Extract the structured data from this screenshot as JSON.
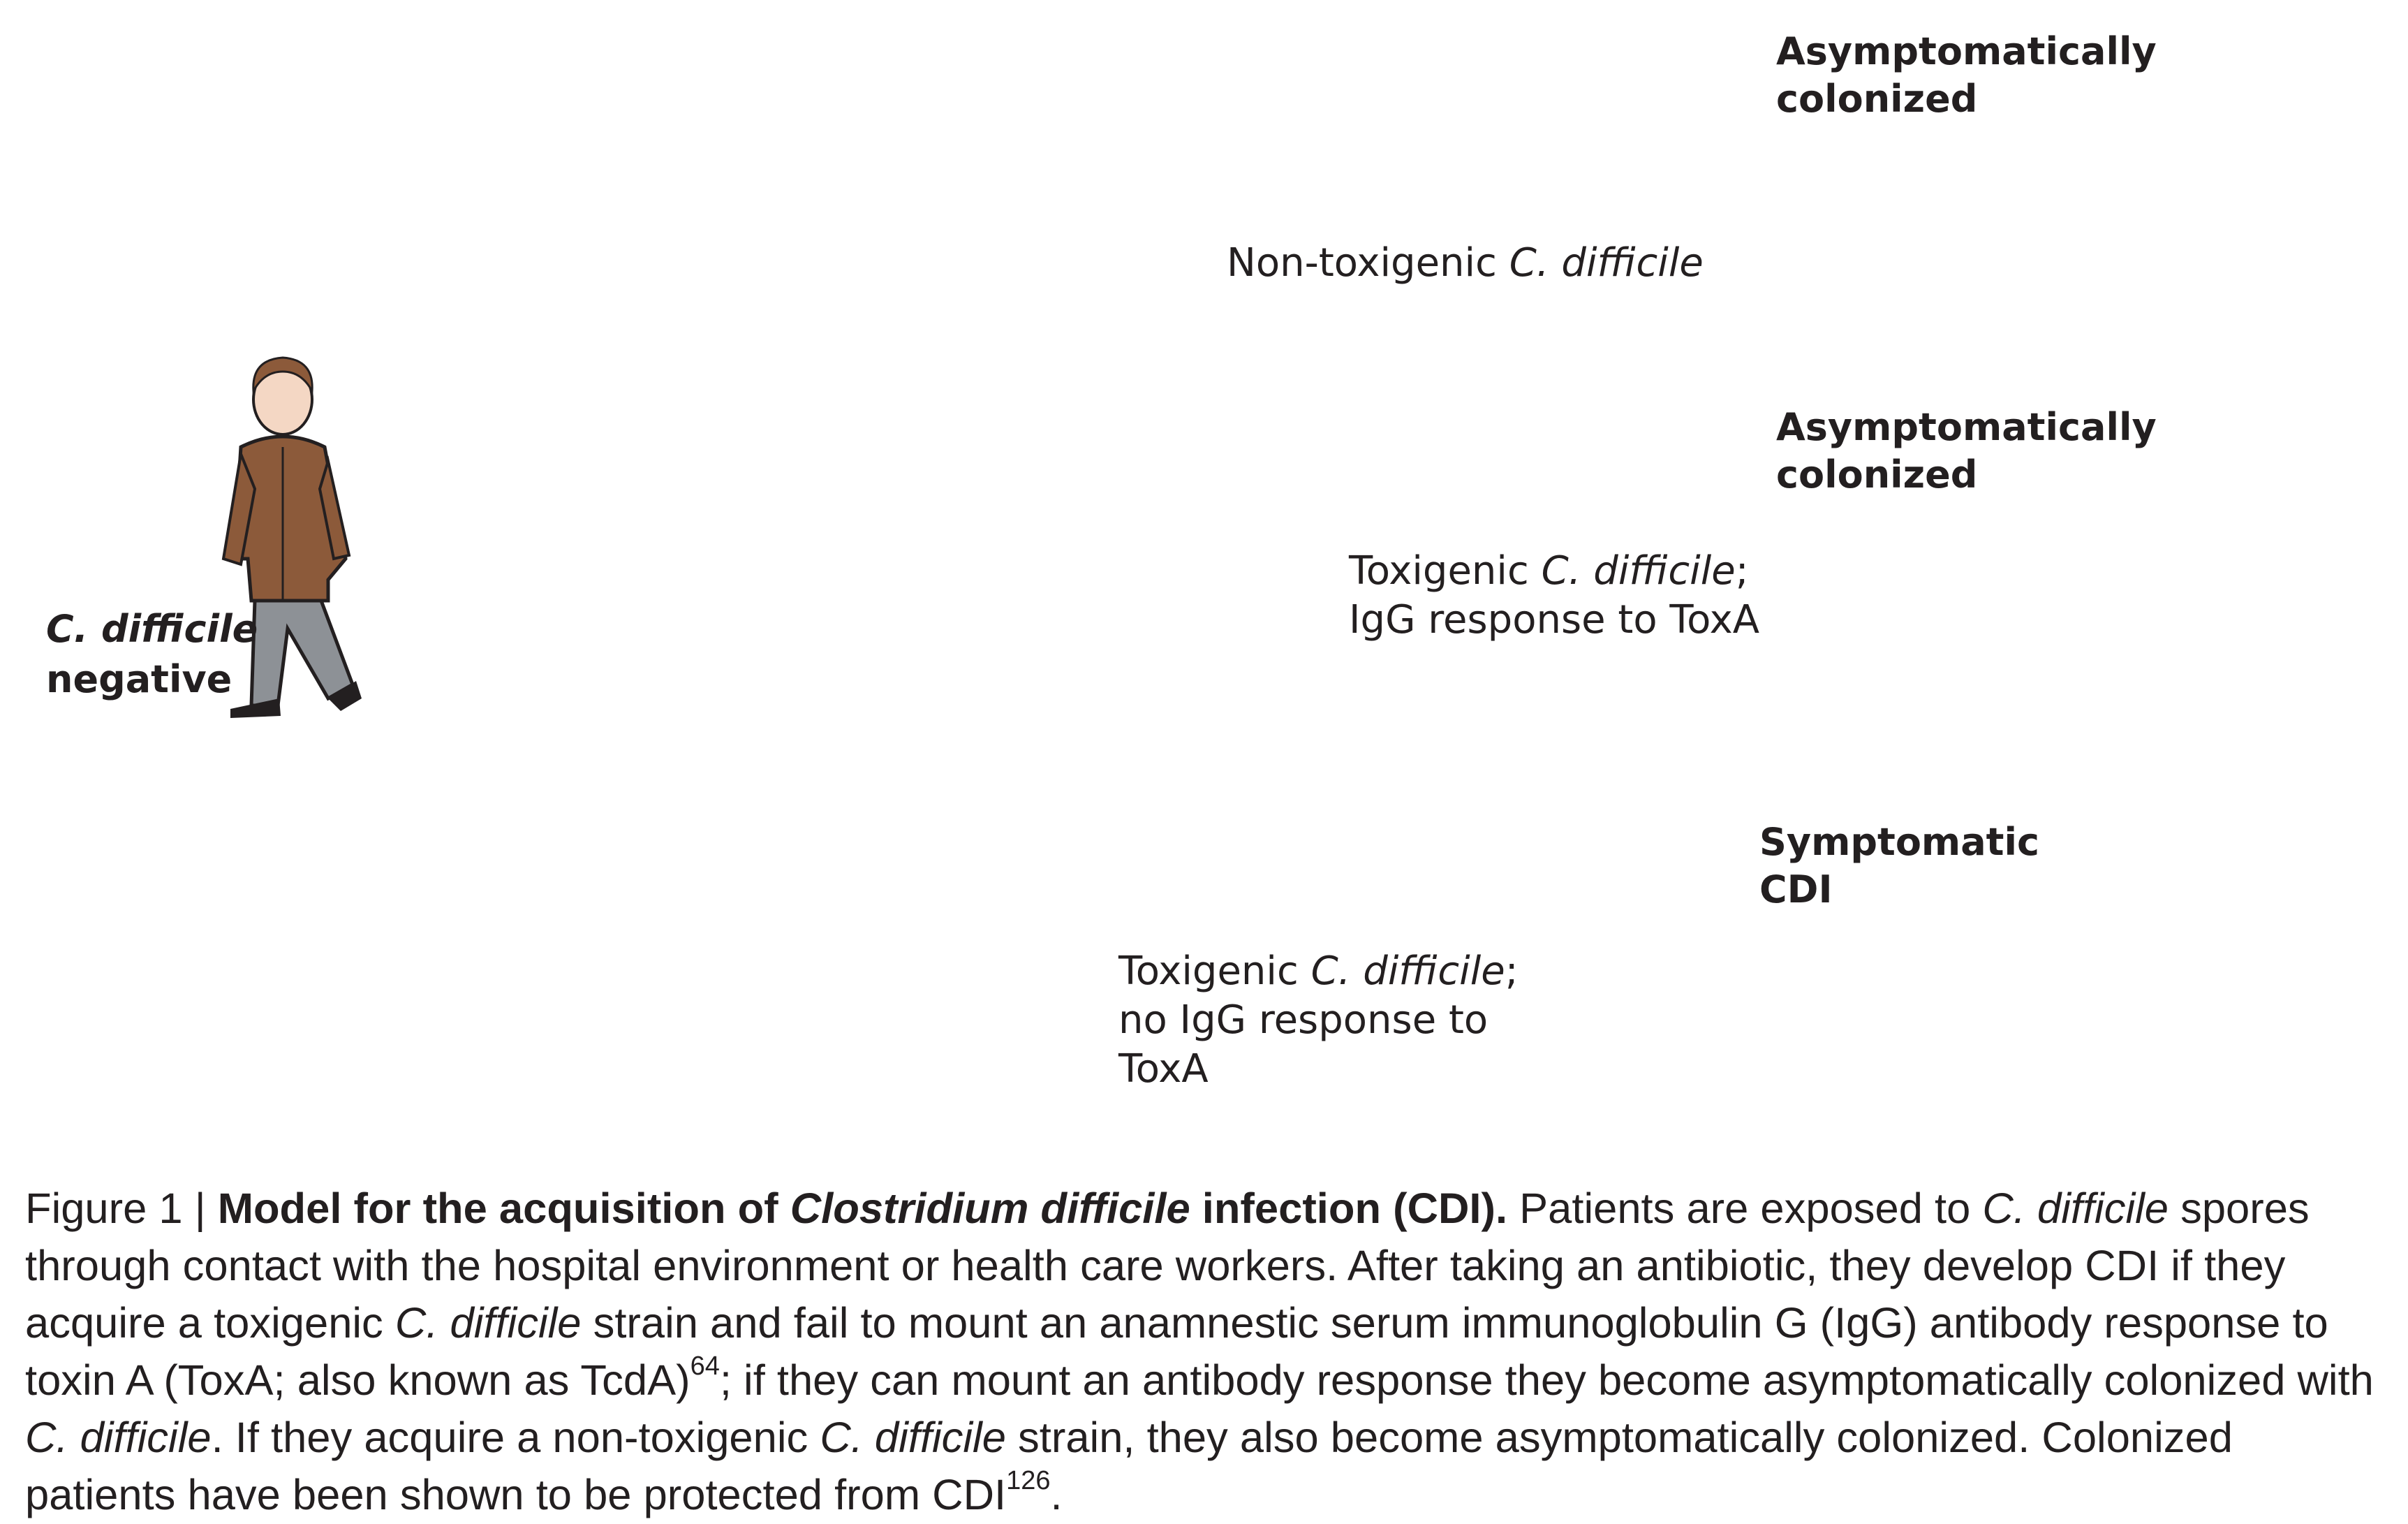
{
  "figure": {
    "status_label": "C. difficile negative",
    "status_label_lines": [
      "C. difficile",
      "negative"
    ],
    "outcomes": [
      {
        "lines": [
          "Asymptomatically",
          "colonized"
        ]
      },
      {
        "lines": [
          "Asymptomatically",
          "colonized"
        ]
      },
      {
        "lines": [
          "Symptomatic",
          "CDI"
        ]
      }
    ],
    "arrows": [
      {
        "pre": "Non-toxigenic ",
        "italic": "C. difficile",
        "post": "",
        "line2": ""
      },
      {
        "pre": "Toxigenic ",
        "italic": "C. difficile",
        "post": ";",
        "line2": "IgG response to ToxA"
      },
      {
        "pre": "Toxigenic ",
        "italic": "C. difficile",
        "post": ";",
        "line2": "no IgG response to",
        "line3": "ToxA"
      }
    ],
    "colors": {
      "arrow": "#36474f",
      "blanket_blue": "#7b87c0",
      "blanket_red": "#c2423d",
      "patient_gown": "#7fc7d6",
      "coat_brown": "#8c5a3a",
      "bed_frame": "#ffffff",
      "outline": "#231f20"
    }
  },
  "caption": {
    "figure_no": "Figure 1 | ",
    "title_pre": "Model for the acquisition of ",
    "title_italic": "Clostridium difficile",
    "title_post": " infection (CDI).",
    "s1_pre": " Patients are exposed to ",
    "s1_italic": "C. difficile",
    "s1_post": " spores through contact with the hospital environment or health care workers. After taking an antibiotic, they develop CDI if they acquire a toxigenic ",
    "s2_italic": "C. difficile",
    "s2_post": " strain and fail to mount an anamnestic serum immunoglobulin G (IgG) antibody response to toxin A (ToxA; also known as TcdA)",
    "ref1": "64",
    "s3": "; if they can mount an antibody response they become asymptomatically colonized with ",
    "s3_italic": "C. difficile",
    "s4": ". If they acquire a non-toxigenic ",
    "s4_italic": "C. difficile",
    "s4_post": " strain, they also become asymptomatically colonized. Colonized patients have been shown to be protected from CDI",
    "ref2": "126",
    "end": "."
  }
}
